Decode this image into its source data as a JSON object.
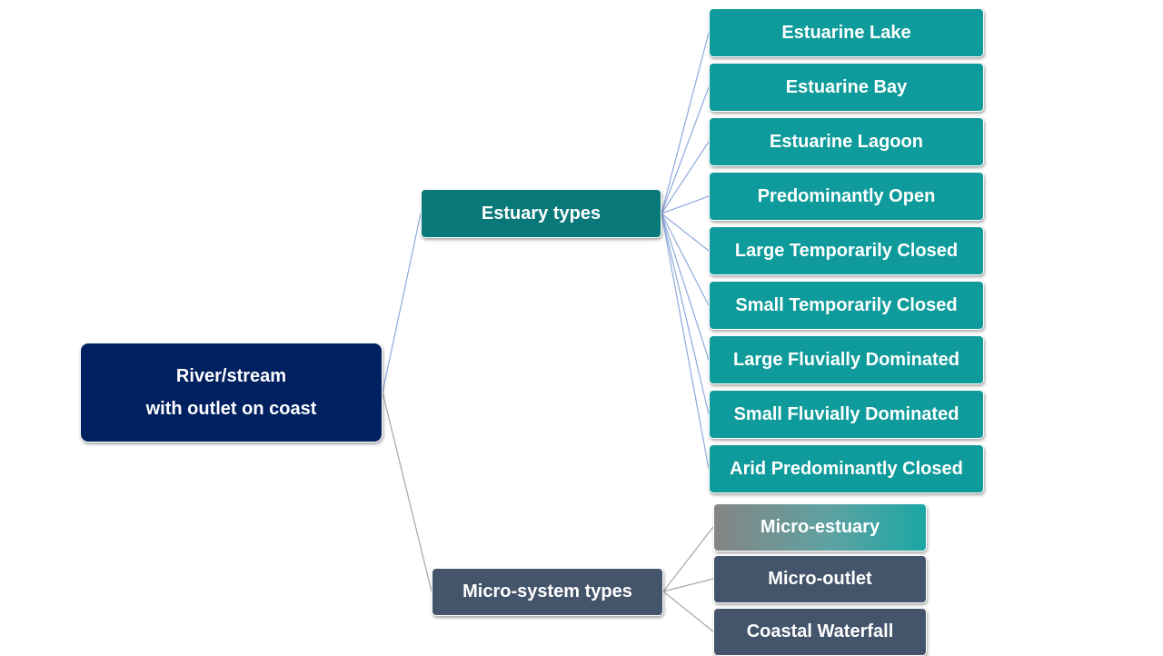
{
  "root": {
    "line1": "River/stream",
    "line2": "with outlet on coast",
    "color": "#002060"
  },
  "estuary": {
    "label": "Estuary types",
    "color": "#087878",
    "leaf_color": "#0f9b9b",
    "types": [
      "Estuarine Lake",
      "Estuarine Bay",
      "Estuarine Lagoon",
      "Predominantly Open",
      "Large Temporarily Closed",
      "Small Temporarily Closed",
      "Large Fluvially Dominated",
      "Small Fluvially Dominated",
      "Arid Predominantly Closed"
    ]
  },
  "micro": {
    "label": "Micro-system types",
    "color": "#44546a",
    "types": [
      "Micro-estuary",
      "Micro-outlet",
      "Coastal Waterfall"
    ]
  },
  "connector_colors": {
    "estuary": "#8faadc",
    "micro": "#a6a6a6"
  }
}
